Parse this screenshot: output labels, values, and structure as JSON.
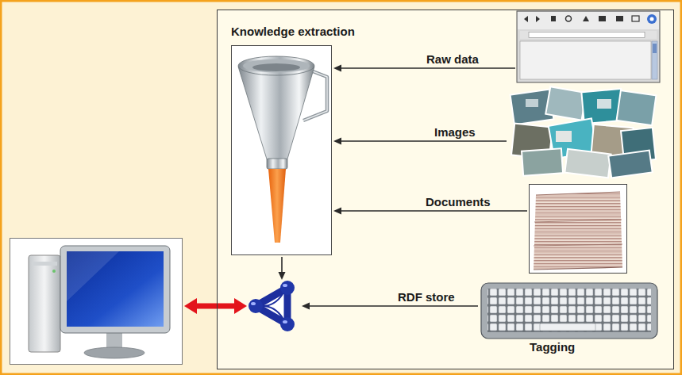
{
  "diagram": {
    "nodes": [
      {
        "text": []
      },
      {
        "text": [
          "Knowledge extraction"
        ],
        "in": 0
      },
      {
        "text": [],
        "in": 0
      },
      {
        "text": [],
        "in": 0
      },
      {
        "text": [],
        "in": 0
      },
      {
        "text": [],
        "in": 0
      },
      {
        "text": [
          "Tagging"
        ],
        "in": 0
      },
      {
        "text": []
      }
    ],
    "edges": [
      {
        "from": 2,
        "to": 1,
        "arrow": "to",
        "label": "Raw data"
      },
      {
        "from": 3,
        "to": 1,
        "arrow": "to",
        "label": "Images"
      },
      {
        "from": 4,
        "to": 1,
        "arrow": "to",
        "label": "Documents"
      },
      {
        "from": 1,
        "to": 5,
        "arrow": "to"
      },
      {
        "from": 6,
        "to": 5,
        "arrow": "to",
        "label": "RDF store"
      },
      {
        "from": 7,
        "to": 5,
        "arrow": "both"
      }
    ]
  }
}
